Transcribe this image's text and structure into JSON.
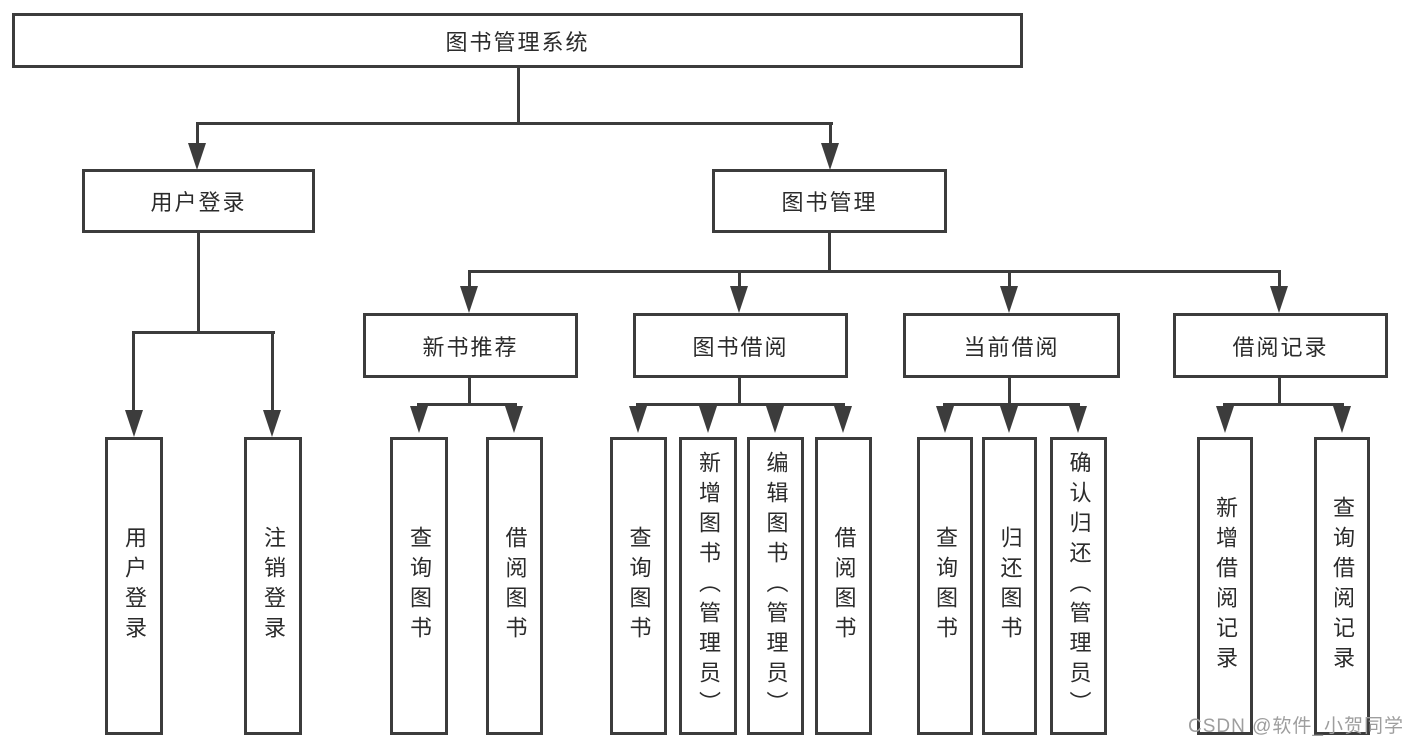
{
  "diagram": {
    "root": {
      "label": "图书管理系统"
    },
    "user_branch": {
      "label": "用户登录",
      "children": [
        {
          "label": "用户登录"
        },
        {
          "label": "注销登录"
        }
      ]
    },
    "mgmt_branch": {
      "label": "图书管理",
      "sections": [
        {
          "label": "新书推荐",
          "children": [
            {
              "label": "查询图书"
            },
            {
              "label": "借阅图书"
            }
          ]
        },
        {
          "label": "图书借阅",
          "children": [
            {
              "label": "查询图书"
            },
            {
              "label": "新增图书（管理员）"
            },
            {
              "label": "编辑图书（管理员）"
            },
            {
              "label": "借阅图书"
            }
          ]
        },
        {
          "label": "当前借阅",
          "children": [
            {
              "label": "查询图书"
            },
            {
              "label": "归还图书"
            },
            {
              "label": "确认归还（管理员）"
            }
          ]
        },
        {
          "label": "借阅记录",
          "children": [
            {
              "label": "新增借阅记录"
            },
            {
              "label": "查询借阅记录"
            }
          ]
        }
      ]
    },
    "watermark": {
      "text": "CSDN @软件_小贺同学",
      "color": "#9e9e9e"
    },
    "colors": {
      "line": "#3c3c3c",
      "text": "#2b2b2b",
      "background": "#ffffff"
    }
  }
}
